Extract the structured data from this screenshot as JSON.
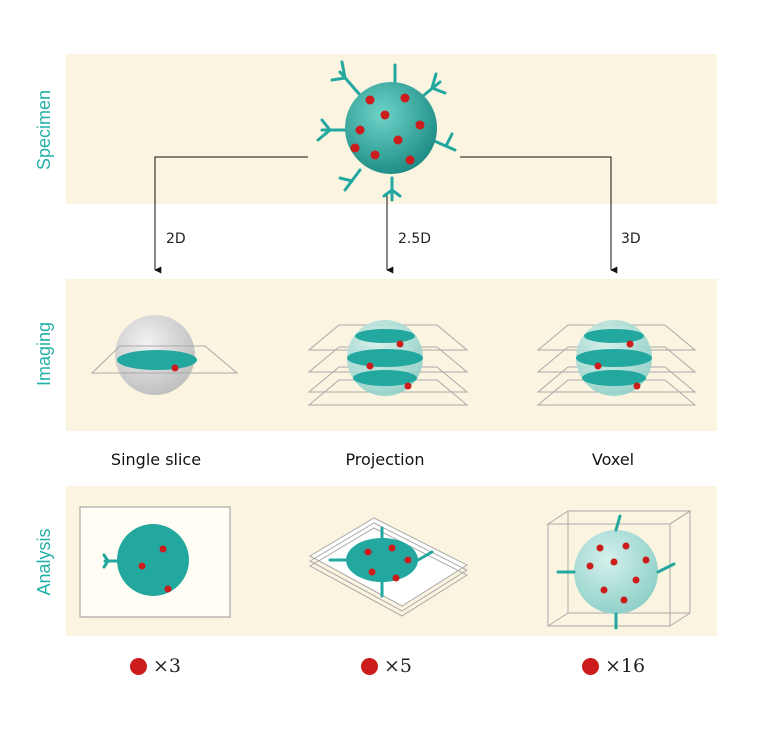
{
  "rows": {
    "specimen": "Specimen",
    "imaging": "Imaging",
    "analysis": "Analysis"
  },
  "arrows": {
    "left": "2D",
    "middle": "2.5D",
    "right": "3D"
  },
  "columns": {
    "left": "Single slice",
    "middle": "Projection",
    "right": "Voxel"
  },
  "counts": {
    "left": "×3",
    "middle": "×5",
    "right": "×16"
  },
  "colors": {
    "band": "#fbf4e1",
    "teal": "#23a89f",
    "label_teal": "#22b0a8",
    "red": "#cc1c1c",
    "gray": "#d4d4d4"
  }
}
